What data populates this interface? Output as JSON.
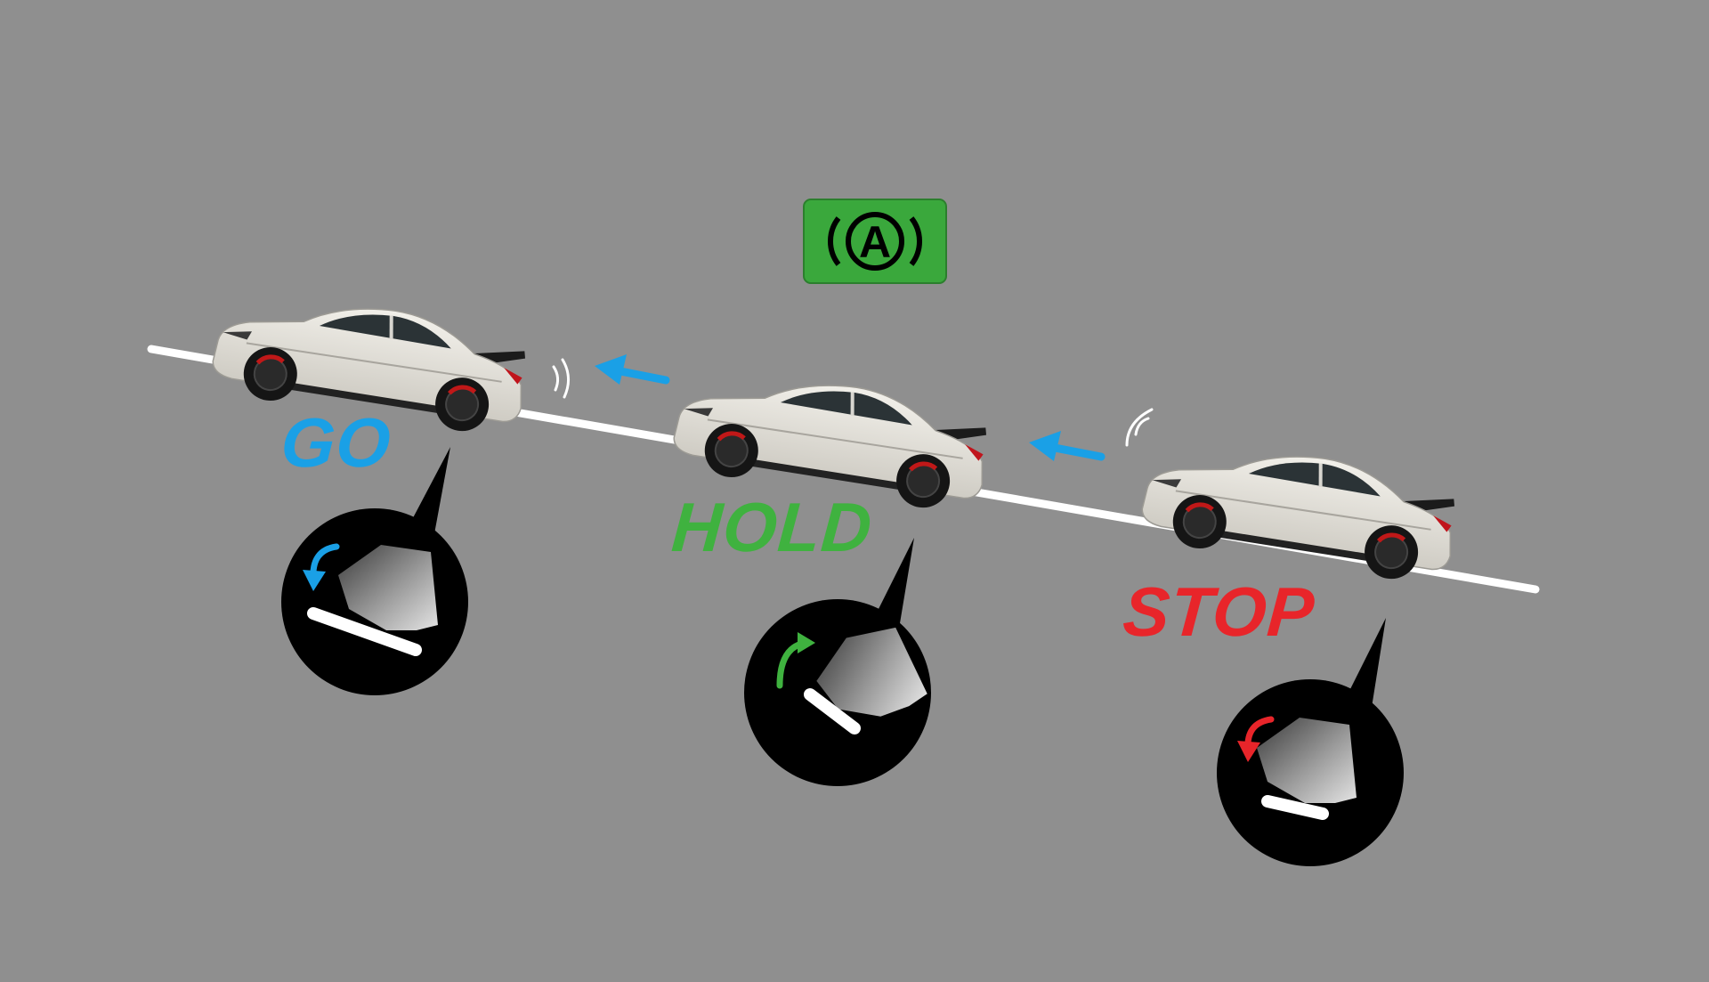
{
  "labels": {
    "go": "GO",
    "hold": "HOLD",
    "stop": "STOP"
  },
  "indicator": {
    "letter": "A",
    "icon": "auto-brake-hold-icon",
    "background_color": "#3aa83c"
  },
  "colors": {
    "go": "#1aa0e6",
    "hold": "#3fb23f",
    "stop": "#e8252a",
    "motion_arrow": "#1aa0e6",
    "road": "#ffffff",
    "background": "#8f8f8f"
  },
  "stages": [
    {
      "name": "go",
      "pedal_icon": "foot-on-brake-icon",
      "rotate_icon": "rotate-left-arrow-icon"
    },
    {
      "name": "hold",
      "pedal_icon": "foot-off-pedal-icon",
      "rotate_icon": "rotate-up-arrow-icon"
    },
    {
      "name": "stop",
      "pedal_icon": "foot-pressing-brake-icon",
      "rotate_icon": "rotate-left-arrow-icon"
    }
  ]
}
